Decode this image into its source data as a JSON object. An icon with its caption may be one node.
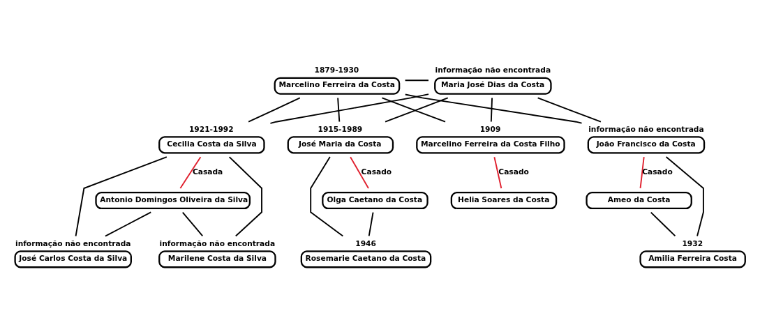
{
  "diagram": {
    "nodes": [
      {
        "text": [
          "Marcelino Ferreira da Costa"
        ],
        "beside": [
          "1879-1930"
        ]
      },
      {
        "text": [
          "Maria José Dias da Costa"
        ],
        "beside": [
          "informação não encontrada"
        ]
      },
      {
        "text": [
          "Marcelino Ferreira da Costa Filho"
        ],
        "beside": [
          "1909"
        ]
      },
      {
        "text": [
          "Helia Soares da Costa"
        ]
      },
      {
        "text": [
          "José Maria da Costa"
        ],
        "beside": [
          "1915-1989"
        ]
      },
      {
        "text": [
          "Olga Caetano da Costa"
        ]
      },
      {
        "text": [
          "Rosemarie Caetano da Costa"
        ],
        "beside": [
          "1946"
        ]
      },
      {
        "text": [
          "Cecilia Costa da Silva"
        ],
        "beside": [
          "1921-1992"
        ]
      },
      {
        "text": [
          "Antonio Domingos Oliveira da Silva"
        ]
      },
      {
        "text": [
          "Marilene Costa da Silva"
        ],
        "beside": [
          "informação não encontrada"
        ]
      },
      {
        "text": [
          "José Carlos Costa da Silva"
        ],
        "beside": [
          "informação não encontrada"
        ]
      },
      {
        "text": [
          "João Francisco da Costa"
        ],
        "beside": [
          "informação não encontrada"
        ]
      },
      {
        "text": [
          "Ameo da Costa"
        ]
      },
      {
        "text": [
          "Amilia Ferreira Costa"
        ],
        "beside": [
          "1932"
        ]
      }
    ],
    "edges": [
      {
        "from": 0,
        "to": 1,
        "arrow": "none"
      },
      {
        "from": 0,
        "to": 2,
        "arrow": "none"
      },
      {
        "from": 1,
        "to": 2,
        "arrow": "none"
      },
      {
        "from": 0,
        "to": 4,
        "arrow": "none"
      },
      {
        "from": 1,
        "to": 4,
        "arrow": "none"
      },
      {
        "from": 0,
        "to": 7,
        "arrow": "none"
      },
      {
        "from": 1,
        "to": 7,
        "arrow": "none"
      },
      {
        "from": 0,
        "to": 11,
        "arrow": "none"
      },
      {
        "from": 1,
        "to": 11,
        "arrow": "none"
      },
      {
        "from": 2,
        "to": 3,
        "arrow": "none",
        "label": "Casado",
        "color": "#e0202e"
      },
      {
        "from": 4,
        "to": 5,
        "arrow": "none",
        "label": "Casado",
        "color": "#e0202e"
      },
      {
        "from": 4,
        "to": 6,
        "arrow": "none"
      },
      {
        "from": 5,
        "to": 6,
        "arrow": "none"
      },
      {
        "from": 7,
        "to": 8,
        "arrow": "none",
        "label": "Casada",
        "color": "#e0202e"
      },
      {
        "from": 7,
        "to": 9,
        "arrow": "none"
      },
      {
        "from": 8,
        "to": 9,
        "arrow": "none"
      },
      {
        "from": 7,
        "to": 10,
        "arrow": "none"
      },
      {
        "from": 8,
        "to": 10,
        "arrow": "none"
      },
      {
        "from": 11,
        "to": 12,
        "arrow": "none",
        "label": "Casado",
        "color": "#e0202e"
      },
      {
        "from": 11,
        "to": 13,
        "arrow": "none"
      },
      {
        "from": 12,
        "to": 13,
        "arrow": "none"
      }
    ]
  }
}
